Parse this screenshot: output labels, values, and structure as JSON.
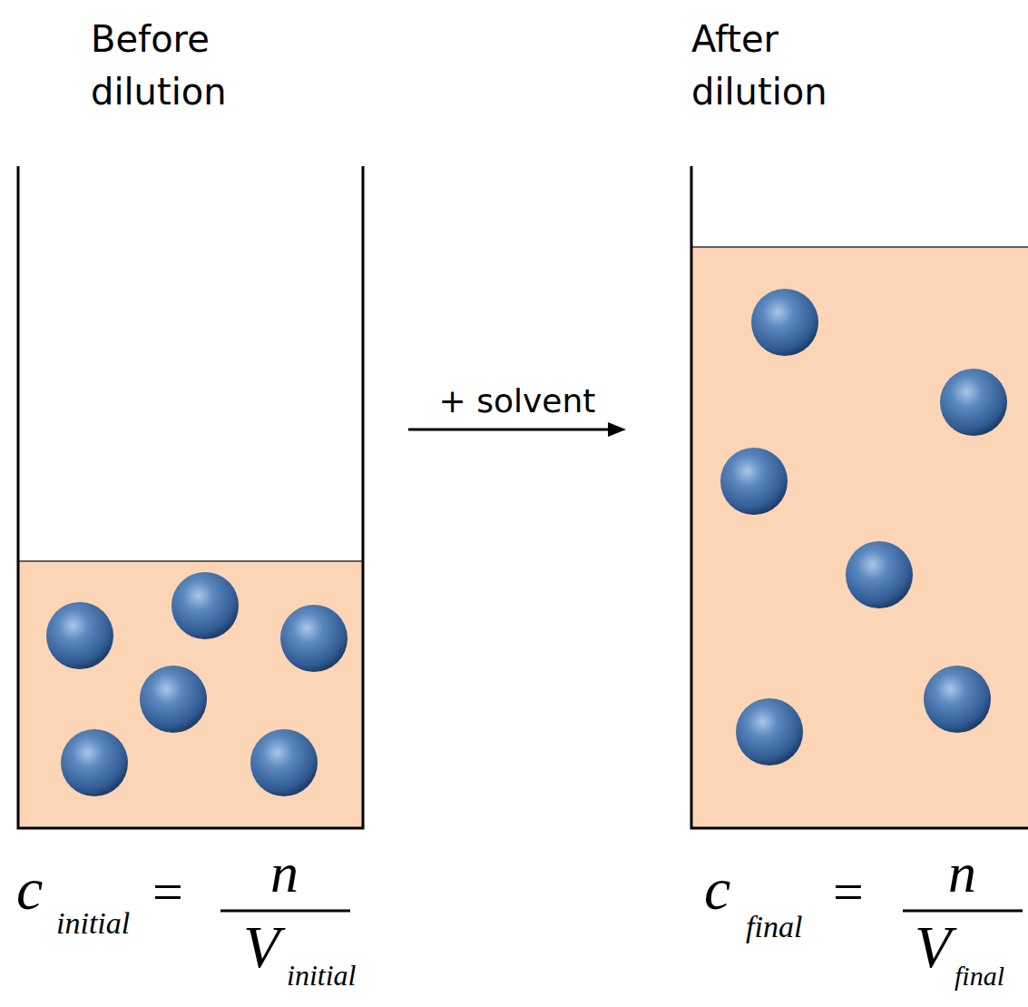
{
  "diagram": {
    "nodes": [
      {
        "text": [
          "Before dilution"
        ]
      },
      {
        "text": [
          "After dilution"
        ]
      }
    ],
    "edges": [
      {
        "from": 0,
        "to": 1,
        "arrow": "to",
        "label": "+ solvent"
      }
    ],
    "labels": [
      "c",
      "initial",
      "=",
      "n",
      "V",
      "initial",
      "c",
      "final",
      "=",
      "n",
      "V",
      "final"
    ]
  }
}
